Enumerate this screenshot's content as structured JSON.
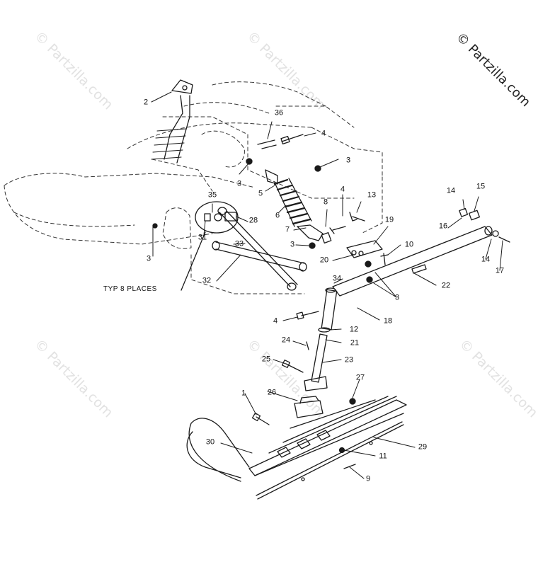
{
  "watermarks": {
    "corner": "© Partzilla.com",
    "faint": "© Partzilla.com"
  },
  "note": "TYP 8 PLACES",
  "callouts": {
    "c1": "1",
    "c2": "2",
    "c3a": "3",
    "c3b": "3",
    "c3c": "3",
    "c3d": "3",
    "c3e": "3",
    "c4a": "4",
    "c4b": "4",
    "c4c": "4",
    "c5": "5",
    "c6": "6",
    "c7": "7",
    "c8": "8",
    "c9": "9",
    "c10": "10",
    "c11": "11",
    "c12": "12",
    "c13": "13",
    "c14a": "14",
    "c14b": "14",
    "c15": "15",
    "c16": "16",
    "c17": "17",
    "c18": "18",
    "c19": "19",
    "c20": "20",
    "c21": "21",
    "c22": "22",
    "c23": "23",
    "c24": "24",
    "c25": "25",
    "c26": "26",
    "c27": "27",
    "c28": "28",
    "c29": "29",
    "c30": "30",
    "c31": "31",
    "c32": "32",
    "c33": "33",
    "c34": "34",
    "c35": "35",
    "c36": "36"
  }
}
